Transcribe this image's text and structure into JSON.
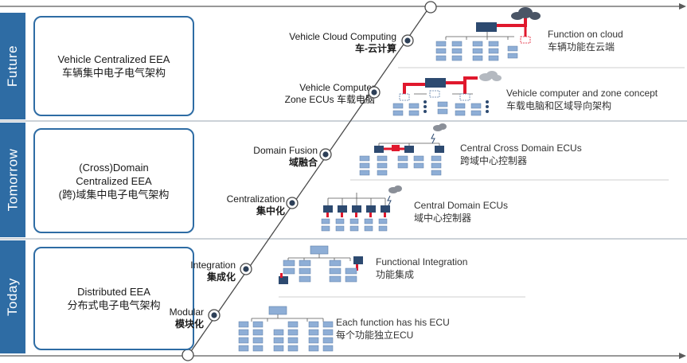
{
  "colors": {
    "accent_blue": "#2e6ca4",
    "ecu_blue": "#8eaed6",
    "domain_navy": "#2d4a70",
    "signal_red": "#e0182d",
    "cloud_grey": "#8a8f98",
    "timeline_grey": "#5a5a5a"
  },
  "eras": [
    {
      "label": "Future",
      "lines": [
        "Vehicle Centralized EEA",
        "车辆集中电子电气架构"
      ]
    },
    {
      "label": "Tomorrow",
      "lines": [
        "(Cross)Domain",
        "Centralized EEA",
        "(跨)域集中电子电气架构"
      ]
    },
    {
      "label": "Today",
      "lines": [
        "Distributed EEA",
        "分布式电子电气架构"
      ]
    }
  ],
  "steps": [
    {
      "label_en": "Vehicle Cloud Computing",
      "label_cn": "车-云计算",
      "desc_en": "Function on cloud",
      "desc_cn": "车辆功能在云端"
    },
    {
      "label_en": "Vehicle Computer",
      "label_mix": "Zone ECUs 车载电脑",
      "desc_en": "Vehicle computer and zone concept",
      "desc_cn": "车载电脑和区域导向架构"
    },
    {
      "label_en": "Domain Fusion",
      "label_cn": "域融合",
      "desc_en": "Central Cross Domain ECUs",
      "desc_cn": "跨域中心控制器"
    },
    {
      "label_en": "Centralization",
      "label_cn": "集中化",
      "desc_en": "Central Domain ECUs",
      "desc_cn": "域中心控制器"
    },
    {
      "label_en": "Integration",
      "label_cn": "集成化",
      "desc_en": "Functional Integration",
      "desc_cn": "功能集成"
    },
    {
      "label_en": "Modular",
      "label_cn": "模块化",
      "desc_en": "Each function has his ECU",
      "desc_cn": "每个功能独立ECU"
    }
  ]
}
